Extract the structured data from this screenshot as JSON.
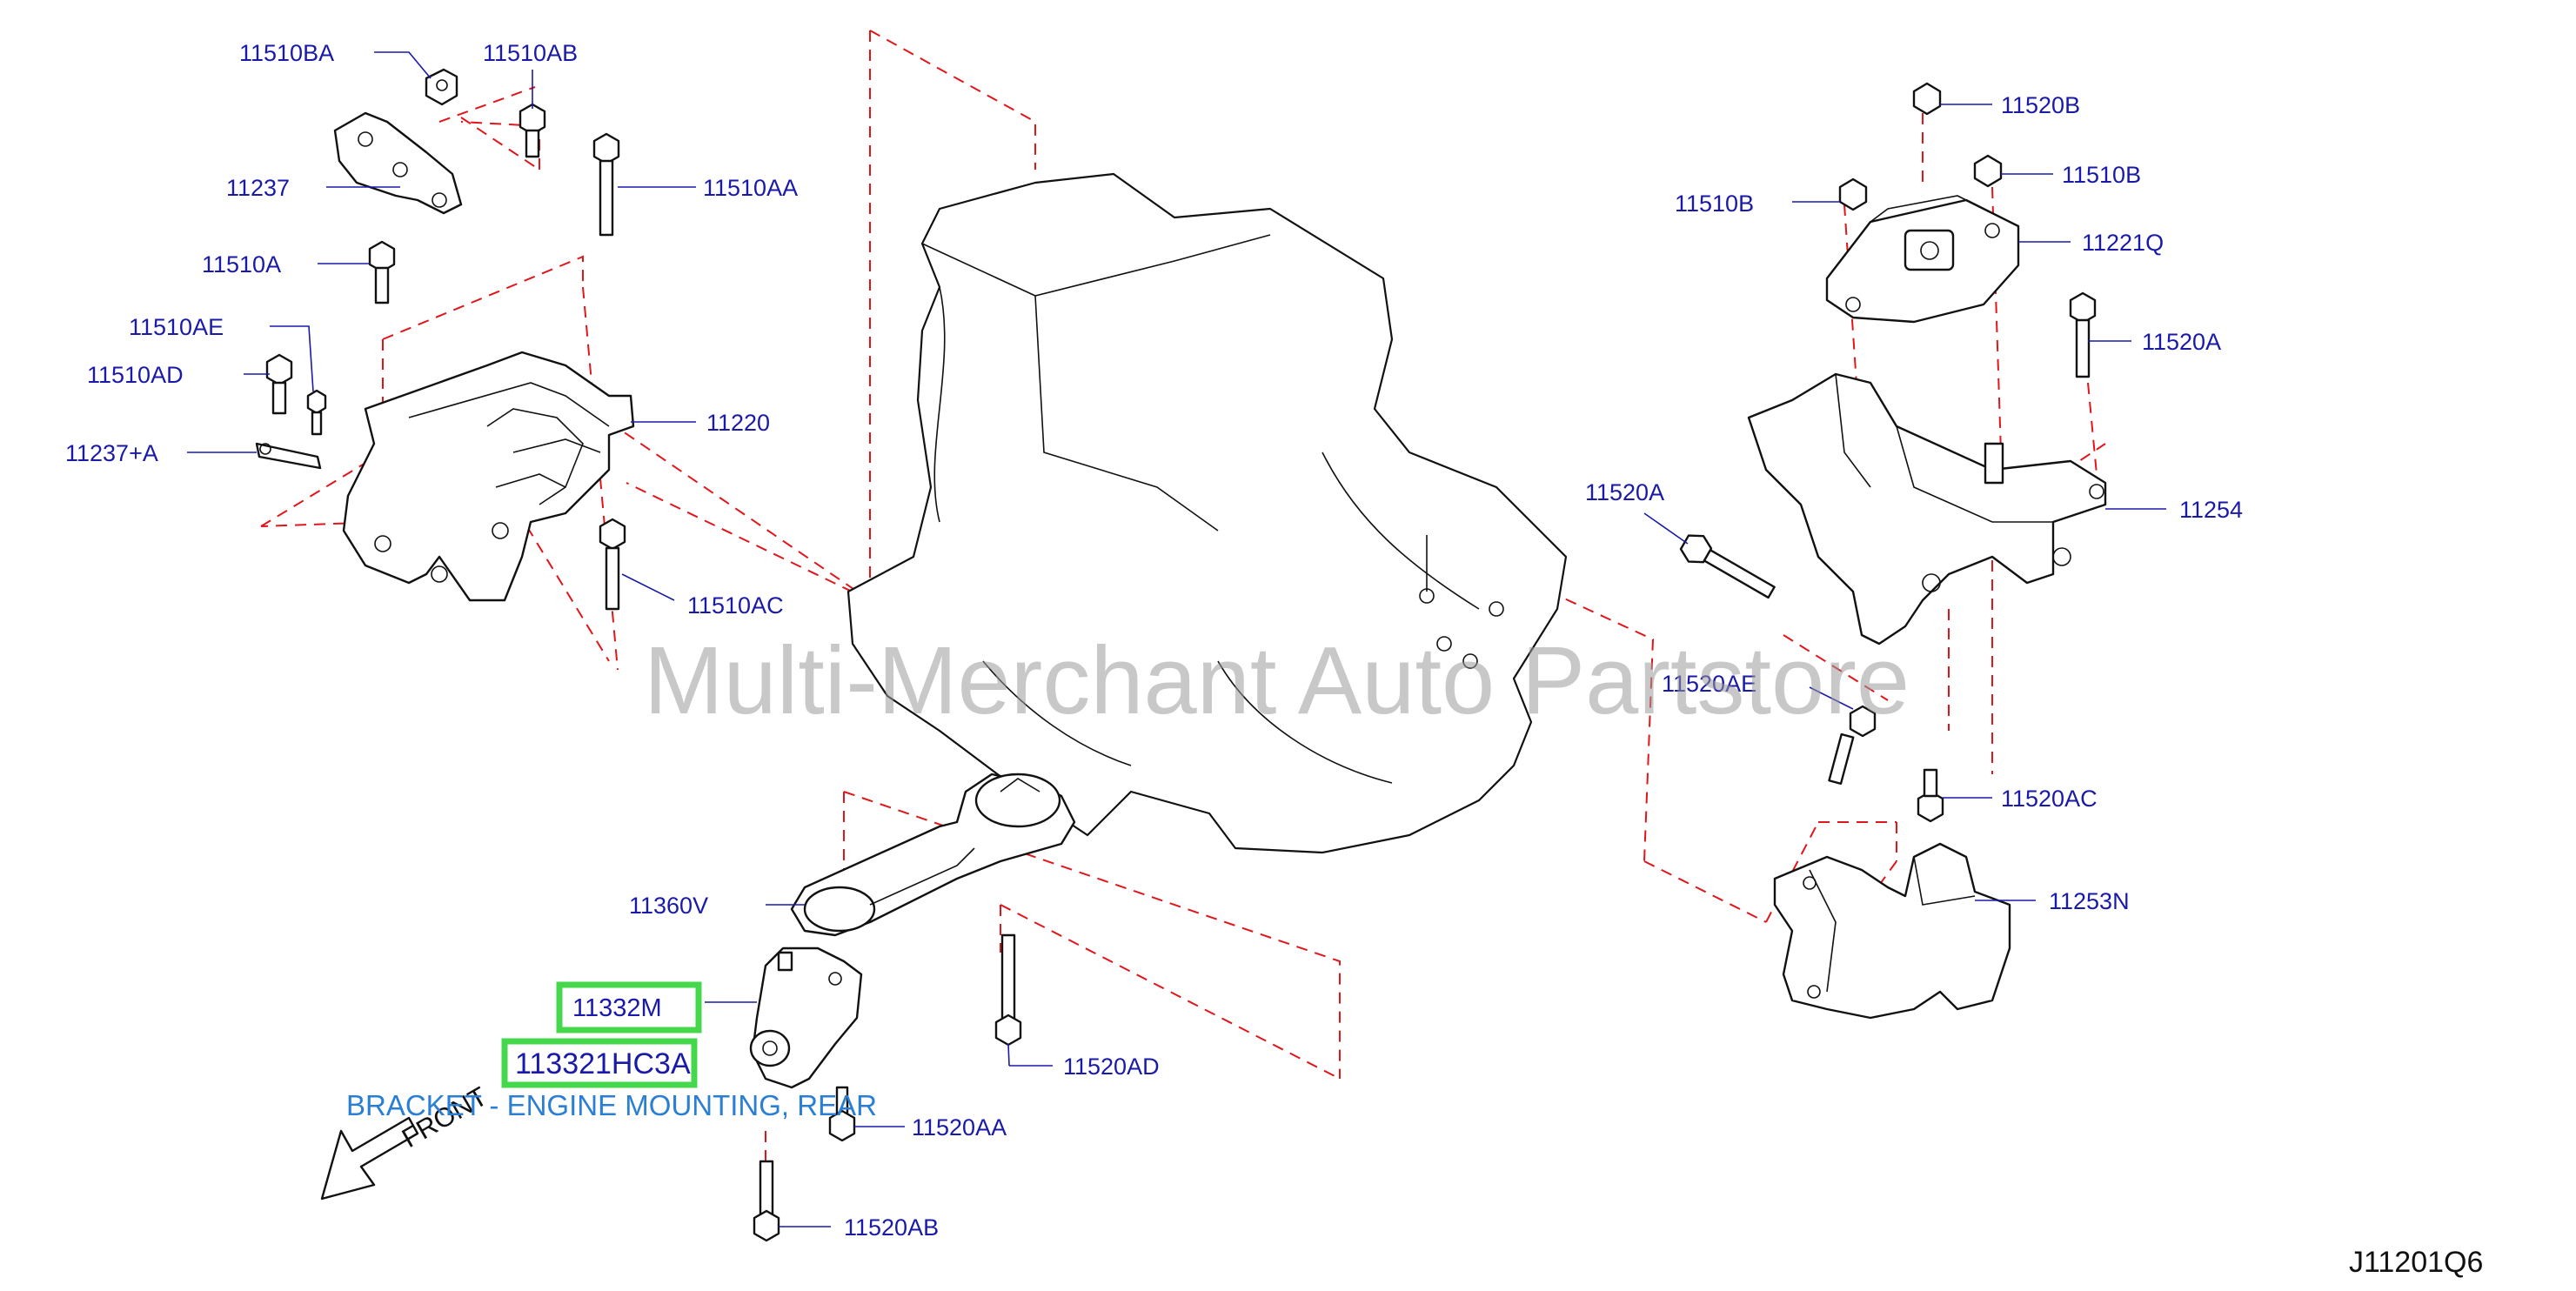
{
  "watermark": "Multi-Merchant Auto Partstore",
  "diagram_code": "J11201Q6",
  "front_indicator": "FRONT",
  "description": "BRACKET - ENGINE MOUNTING, REAR",
  "colors": {
    "label_text": "#1a1aa8",
    "description_text": "#2a7fd4",
    "dashed_lines": "#e0161b",
    "highlight_border": "#46d84c"
  },
  "highlighted_parts": [
    "11332M",
    "113321HC3A"
  ],
  "labels": {
    "p11510BA": "11510BA",
    "p11510AB": "11510AB",
    "p11237": "11237",
    "p11510AA": "11510AA",
    "p11510A": "11510A",
    "p11510AE": "11510AE",
    "p11510AD": "11510AD",
    "p11220": "11220",
    "p11237A": "11237+A",
    "p11510AC": "11510AC",
    "p11520B": "11520B",
    "p11510B_right": "11510B",
    "p11510B_left": "11510B",
    "p11221Q": "11221Q",
    "p11520A_top": "11520A",
    "p11254": "11254",
    "p11520A_mid": "11520A",
    "p11520AE": "11520AE",
    "p11520AC": "11520AC",
    "p11253N": "11253N",
    "p11360V": "11360V",
    "p11332M": "11332M",
    "p113321HC3A": "113321HC3A",
    "p11520AD": "11520AD",
    "p11520AA": "11520AA",
    "p11520AB": "11520AB"
  }
}
